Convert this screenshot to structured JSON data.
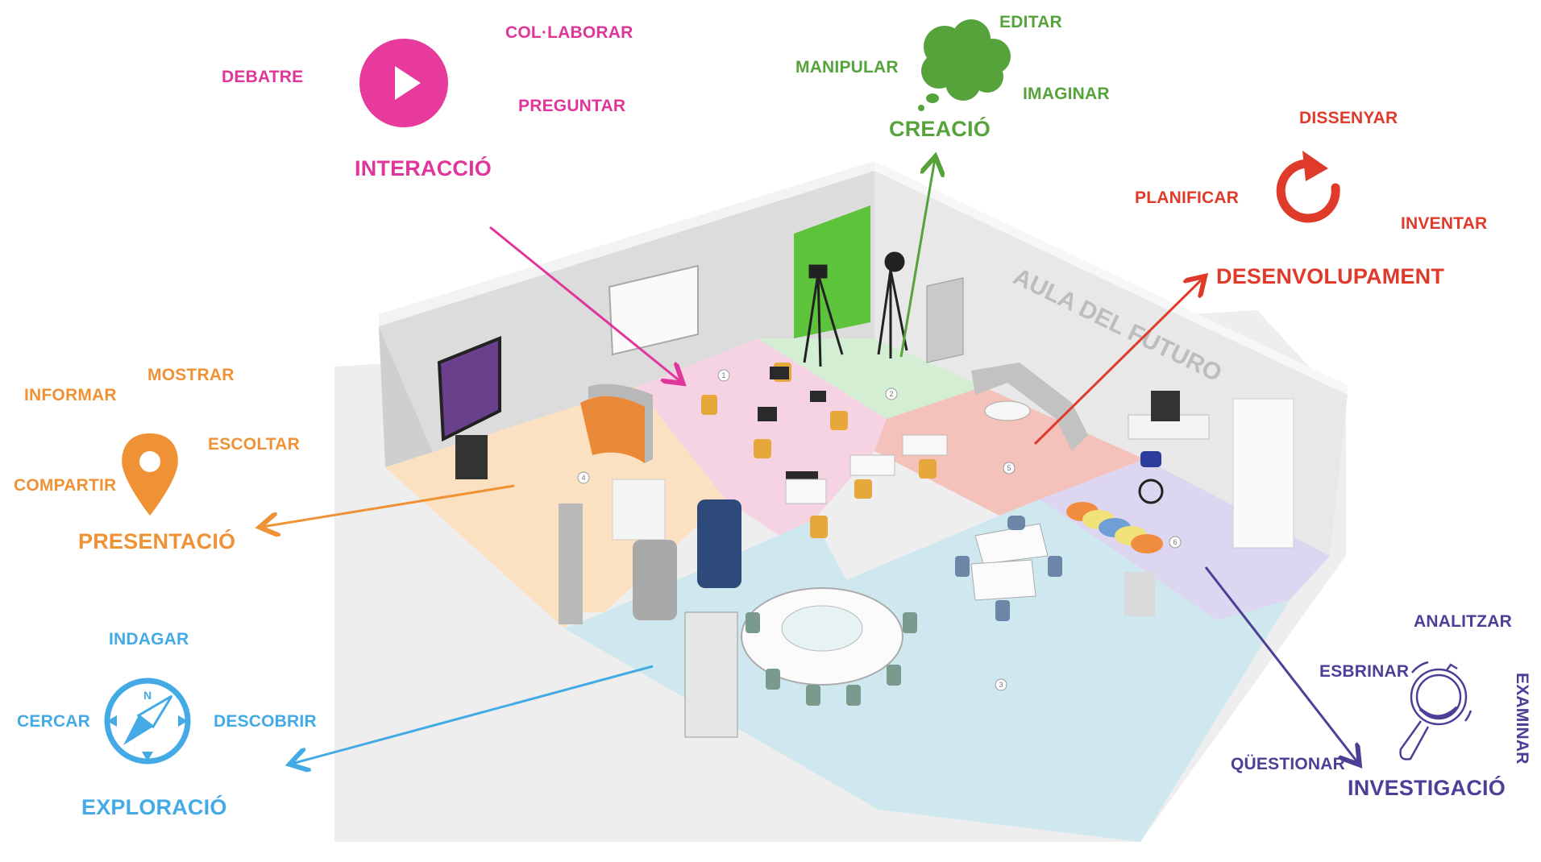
{
  "room": {
    "wall_sign": "AULA DEL FUTURO",
    "zone_numbers": [
      "1",
      "2",
      "3",
      "4",
      "5",
      "6"
    ],
    "zone_colors": {
      "interaction": "#f6d3e2",
      "creation": "#d4eed4",
      "exploration": "#cfe8ef",
      "presentation": "#fbe0c2",
      "development": "#f5c1bb",
      "investigation": "#dcd6f0"
    }
  },
  "zones": {
    "interaccio": {
      "title": "INTERACCIÓ",
      "icon": "play-icon",
      "color": "#e0359a",
      "verbs": [
        "DEBATRE",
        "COL·LABORAR",
        "PREGUNTAR"
      ]
    },
    "creacio": {
      "title": "CREACIÓ",
      "icon": "thought-cloud-icon",
      "color": "#56a33b",
      "verbs": [
        "EDITAR",
        "MANIPULAR",
        "IMAGINAR"
      ]
    },
    "desenvolupament": {
      "title": "DESENVOLUPAMENT",
      "icon": "refresh-arrow-icon",
      "color": "#e03a2a",
      "verbs": [
        "DISSENYAR",
        "PLANIFICAR",
        "INVENTAR"
      ]
    },
    "presentacio": {
      "title": "PRESENTACIÓ",
      "icon": "map-pin-icon",
      "color": "#ef9236",
      "verbs": [
        "MOSTRAR",
        "INFORMAR",
        "ESCOLTAR",
        "COMPARTIR"
      ]
    },
    "exploracio": {
      "title": "EXPLORACIÓ",
      "icon": "compass-icon",
      "color": "#43aae5",
      "compass_letter": "N",
      "verbs": [
        "INDAGAR",
        "CERCAR",
        "DESCOBRIR"
      ]
    },
    "investigacio": {
      "title": "INVESTIGACIÓ",
      "icon": "magnifying-glass-icon",
      "color": "#4b3f96",
      "verbs": [
        "ANALITZAR",
        "ESBRINAR",
        "EXAMINAR",
        "QÜESTIONAR"
      ]
    }
  }
}
